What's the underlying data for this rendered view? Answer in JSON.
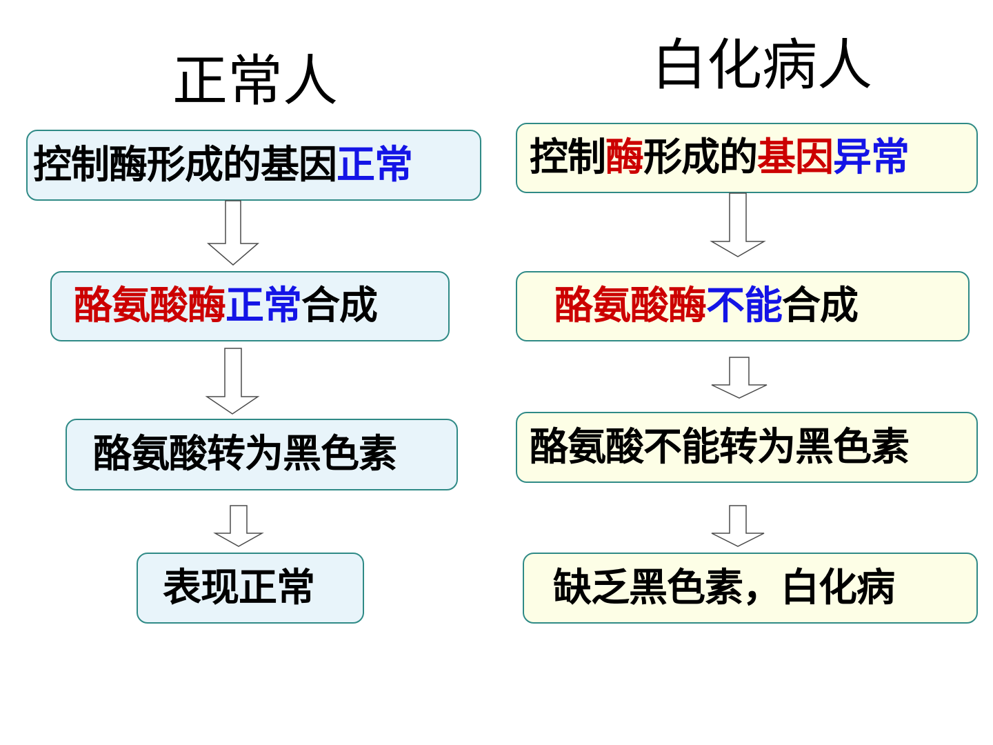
{
  "titles": {
    "left": "正常人",
    "right": "白化病人"
  },
  "colors": {
    "black": "#000000",
    "red": "#cc0000",
    "blue": "#1414e6",
    "box_border": "#2f8a86",
    "left_box_fill": "#e8f4fa",
    "right_box_fill": "#fdfee6"
  },
  "left": {
    "box1": {
      "a": "控制酶形成的基因",
      "b": "正常"
    },
    "box2": {
      "a": "酪氨酸酶",
      "b": "正常",
      "c": "合成"
    },
    "box3": {
      "a": "酪氨酸转为黑色素"
    },
    "box4": {
      "a": "表现正常"
    }
  },
  "right": {
    "box1": {
      "a": "控制",
      "b": "酶",
      "c": "形成的",
      "d": "基因",
      "e": "异常"
    },
    "box2": {
      "a": "酪氨酸酶",
      "b": "不能",
      "c": "合成"
    },
    "box3": {
      "a": "酪氨酸不能转为黑色素"
    },
    "box4": {
      "a": "缺乏黑色素，白化病"
    }
  }
}
